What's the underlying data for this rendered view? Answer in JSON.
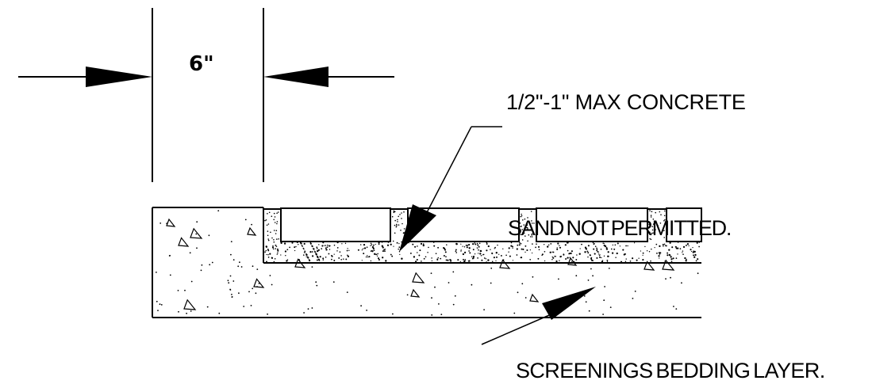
{
  "diagram": {
    "dimension_label": "6\"",
    "labels": {
      "concrete": "1/2\"-1\" MAX CONCRETE",
      "sand": "SAND NOT PERMITTED.",
      "screenings": "SCREENINGS BEDDING LAYER."
    },
    "colors": {
      "line": "#000000",
      "background": "#ffffff"
    }
  }
}
